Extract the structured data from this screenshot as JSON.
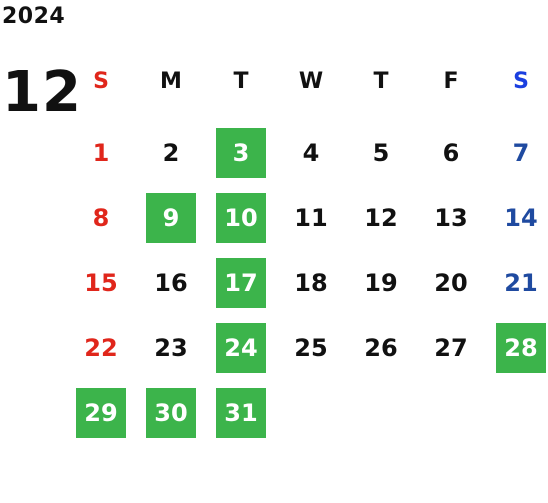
{
  "year": "2024",
  "month": "12",
  "colors": {
    "highlight": "#3cb44b",
    "sunday": "#e0261b",
    "saturday": "#1f4aa0",
    "text": "#111111"
  },
  "weekdays": [
    "S",
    "M",
    "T",
    "W",
    "T",
    "F",
    "S"
  ],
  "weeks": [
    [
      {
        "d": "1"
      },
      {
        "d": "2"
      },
      {
        "d": "3",
        "hl": true
      },
      {
        "d": "4"
      },
      {
        "d": "5"
      },
      {
        "d": "6"
      },
      {
        "d": "7"
      }
    ],
    [
      {
        "d": "8"
      },
      {
        "d": "9",
        "hl": true
      },
      {
        "d": "10",
        "hl": true
      },
      {
        "d": "11"
      },
      {
        "d": "12"
      },
      {
        "d": "13"
      },
      {
        "d": "14"
      }
    ],
    [
      {
        "d": "15"
      },
      {
        "d": "16"
      },
      {
        "d": "17",
        "hl": true
      },
      {
        "d": "18"
      },
      {
        "d": "19"
      },
      {
        "d": "20"
      },
      {
        "d": "21"
      }
    ],
    [
      {
        "d": "22"
      },
      {
        "d": "23"
      },
      {
        "d": "24",
        "hl": true
      },
      {
        "d": "25"
      },
      {
        "d": "26"
      },
      {
        "d": "27"
      },
      {
        "d": "28",
        "hl": true
      }
    ],
    [
      {
        "d": "29",
        "hl": true
      },
      {
        "d": "30",
        "hl": true
      },
      {
        "d": "31",
        "hl": true
      },
      {
        "d": ""
      },
      {
        "d": ""
      },
      {
        "d": ""
      },
      {
        "d": ""
      }
    ]
  ]
}
